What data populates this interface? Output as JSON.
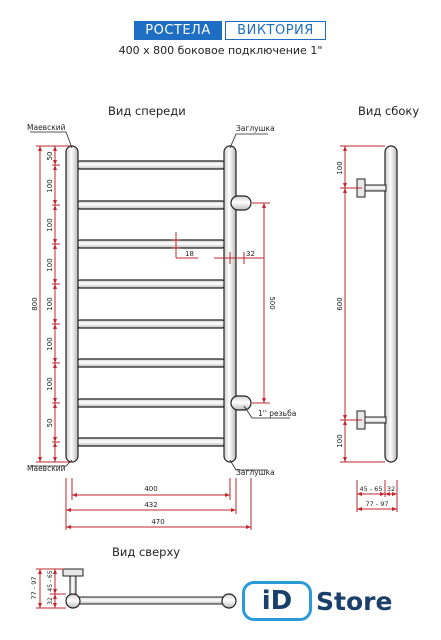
{
  "header": {
    "brand": "РОСТЕЛА",
    "model": "ВИКТОРИЯ",
    "subtitle": "400 х 800 боковое подключение 1\""
  },
  "views": {
    "front": "Вид спереди",
    "side": "Вид сбоку",
    "top": "Вид сверху"
  },
  "callouts": {
    "mayevsky_top": "Маевский",
    "mayevsky_bottom": "Маевский",
    "plug_top": "Заглушка",
    "plug_bottom": "Заглушка",
    "thread": "1'' резьба"
  },
  "front_dims": {
    "left_segments": [
      "50",
      "100",
      "100",
      "100",
      "100",
      "100",
      "100",
      "50"
    ],
    "total_height": "800",
    "rung_thickness": "18",
    "offset": "32",
    "center_distance": "500",
    "width_400": "400",
    "width_432": "432",
    "width_470": "470"
  },
  "side_dims": {
    "top": "100",
    "middle": "600",
    "bottom": "100",
    "depth_a": "45 - 65",
    "depth_b": "32",
    "depth_total": "77 - 97"
  },
  "top_dims": {
    "total": "77 - 97",
    "a": "32",
    "b": "45 - 65"
  },
  "logo": {
    "id": "iD",
    "store": "Store",
    "accent_color": "#2a9bd8",
    "text_color": "#1a3f6b"
  },
  "colors": {
    "brand_blue": "#1e6fc4",
    "dimension_red": "#c0272d",
    "outline": "#222222"
  }
}
